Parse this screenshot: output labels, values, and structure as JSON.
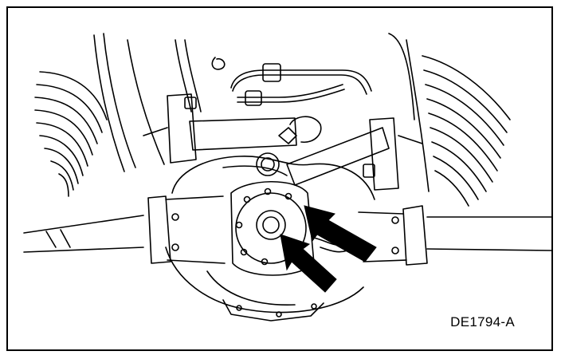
{
  "figure": {
    "id_label": "DE1794-A",
    "line_color": "#000000",
    "background_color": "#ffffff",
    "callouts": {
      "count": 2,
      "icon": "arrow-icon",
      "target": "pinion-seal"
    }
  }
}
